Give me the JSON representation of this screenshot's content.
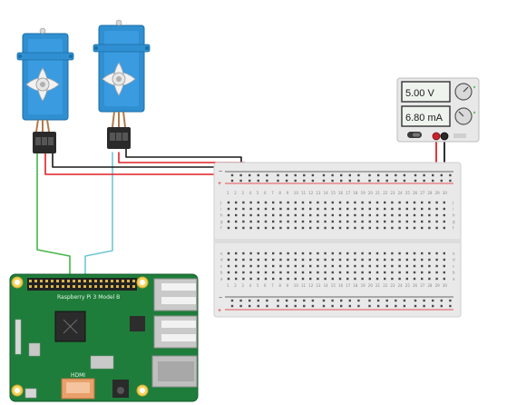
{
  "power_supply": {
    "voltage_display": "5.00 V",
    "current_display": "6.80 mA"
  },
  "breadboard": {
    "column_numbers": [
      "1",
      "2",
      "3",
      "4",
      "5",
      "6",
      "7",
      "8",
      "9",
      "10",
      "11",
      "12",
      "13",
      "14",
      "15",
      "16",
      "17",
      "18",
      "19",
      "20",
      "21",
      "22",
      "23",
      "24",
      "25",
      "26",
      "27",
      "28",
      "29",
      "30"
    ],
    "row_letters_top": [
      "j",
      "i",
      "h",
      "g",
      "f"
    ],
    "row_letters_bottom": [
      "e",
      "d",
      "c",
      "b",
      "a"
    ],
    "rail_plus": "+",
    "rail_minus": "−"
  },
  "raspberry_pi": {
    "board_label": "Raspberry Pi 3 Model B",
    "hdmi_label": "HDMI"
  },
  "colors": {
    "servo_blue": "#2f8fd1",
    "board_green": "#1e7d3a",
    "wire_red": "#e01f26",
    "wire_black": "#1a1a1a",
    "wire_green": "#45b549",
    "wire_cyan": "#6fc6d4"
  }
}
